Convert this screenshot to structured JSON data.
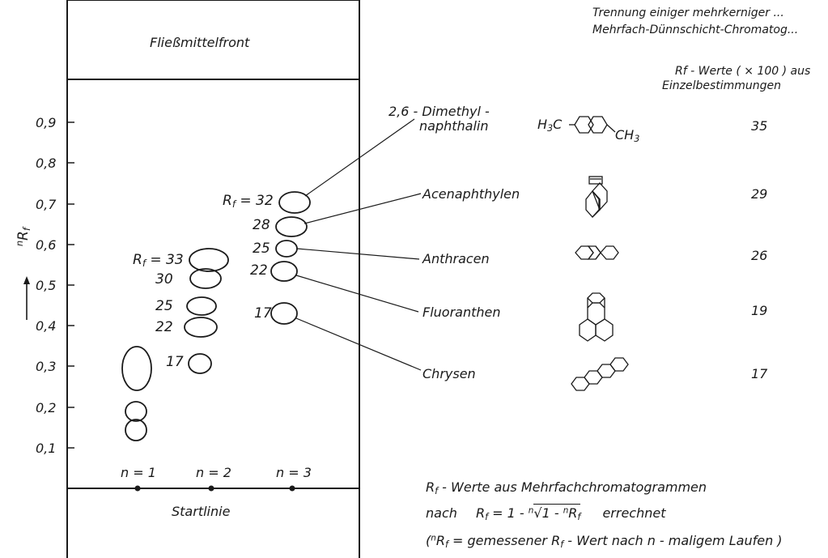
{
  "caption": {
    "line1": "Trennung einiger mehrkerniger ...",
    "line2": "Mehrfach-Dünnschicht-Chromatog..."
  },
  "plate": {
    "top_label": "Fließmittelfront",
    "bottom_label": "Startlinie",
    "y_ticks": [
      "0,9",
      "0,8",
      "0,7",
      "0,6",
      "0,5",
      "0,4",
      "0,3",
      "0,2",
      "0,1"
    ],
    "y_axis": {
      "prefix": "n",
      "main": "R",
      "sub": "f"
    },
    "lanes": [
      {
        "label": "n = 1",
        "spots": [],
        "rf_prefix": ""
      },
      {
        "label": "n = 2",
        "rf_prefix": "R",
        "rf_sub": "f",
        "rf_eq": " = 33",
        "values": [
          "30",
          "25",
          "22",
          "17"
        ]
      },
      {
        "label": "n = 3",
        "rf_prefix": "R",
        "rf_sub": "f",
        "rf_eq": " = 32",
        "values": [
          "28",
          "25",
          "22",
          "17"
        ]
      }
    ]
  },
  "compounds_header": {
    "line1": "Rf - Werte ( × 100 ) aus",
    "line2": "Einzelbestimmungen"
  },
  "compounds": [
    {
      "name_line1": "2,6 - Dimethyl -",
      "name_line2": "naphthalin",
      "value": "35",
      "formula_left": "H",
      "formula_left_sub": "3",
      "formula_left_c": "C",
      "formula_right_c": "CH",
      "formula_right_sub": "3"
    },
    {
      "name_line1": "Acenaphthylen",
      "name_line2": "",
      "value": "29"
    },
    {
      "name_line1": "Anthracen",
      "name_line2": "",
      "value": "26"
    },
    {
      "name_line1": "Fluoranthen",
      "name_line2": "",
      "value": "19"
    },
    {
      "name_line1": "Chrysen",
      "name_line2": "",
      "value": "17"
    }
  ],
  "formula_note": {
    "line1_a": "R",
    "line1_sub": "f",
    "line1_b": " - Werte aus Mehrfachchromatogrammen",
    "line2_a": "nach",
    "line2_eq": "R",
    "line2_eq_sub": "f",
    "line2_eq_b": " = 1 - ",
    "line2_root_n": "n",
    "line2_root": "1 - ",
    "line2_root_pre": "n",
    "line2_root_r": "R",
    "line2_root_sub": "f",
    "line2_c": "errechnet",
    "line3_a": "(",
    "line3_pre": "n",
    "line3_r": "R",
    "line3_sub": "f",
    "line3_b": " = gemessener ",
    "line3_r2": "R",
    "line3_sub2": "f",
    "line3_c": " - Wert nach n - maligem Laufen )"
  }
}
